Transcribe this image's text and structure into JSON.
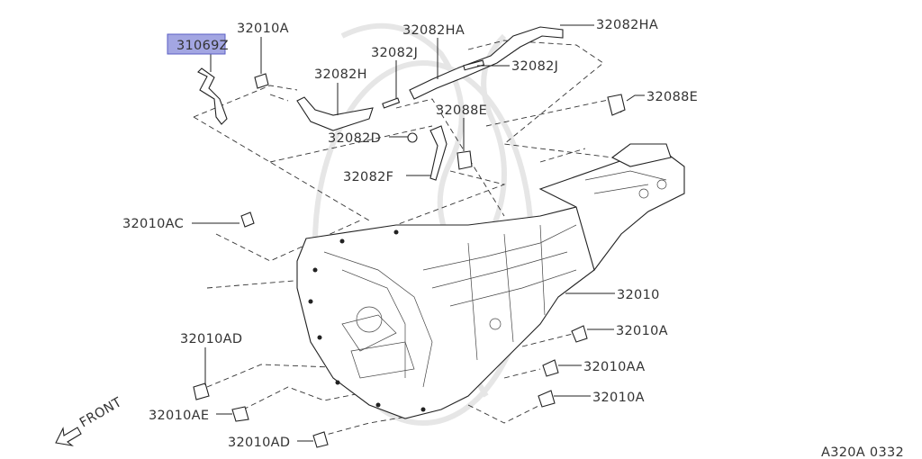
{
  "highlight": {
    "part": "31069Z",
    "fill": "#a3a6e2",
    "border": "#5b5fc4"
  },
  "callouts": [
    {
      "id": "c1",
      "label": "31069Z"
    },
    {
      "id": "c2",
      "label": "32010A"
    },
    {
      "id": "c3",
      "label": "32082HA"
    },
    {
      "id": "c4",
      "label": "32082HA"
    },
    {
      "id": "c5",
      "label": "32082J"
    },
    {
      "id": "c6",
      "label": "32082J"
    },
    {
      "id": "c7",
      "label": "32082H"
    },
    {
      "id": "c8",
      "label": "32088E"
    },
    {
      "id": "c9",
      "label": "32088E"
    },
    {
      "id": "c10",
      "label": "32082D"
    },
    {
      "id": "c11",
      "label": "32082F"
    },
    {
      "id": "c12",
      "label": "32010AC"
    },
    {
      "id": "c13",
      "label": "32010"
    },
    {
      "id": "c14",
      "label": "32010A"
    },
    {
      "id": "c15",
      "label": "32010AA"
    },
    {
      "id": "c16",
      "label": "32010A"
    },
    {
      "id": "c17",
      "label": "32010AD"
    },
    {
      "id": "c18",
      "label": "32010AE"
    },
    {
      "id": "c19",
      "label": "32010AD"
    }
  ],
  "direction_label": "FRONT",
  "figure_code": "A320A 0332"
}
